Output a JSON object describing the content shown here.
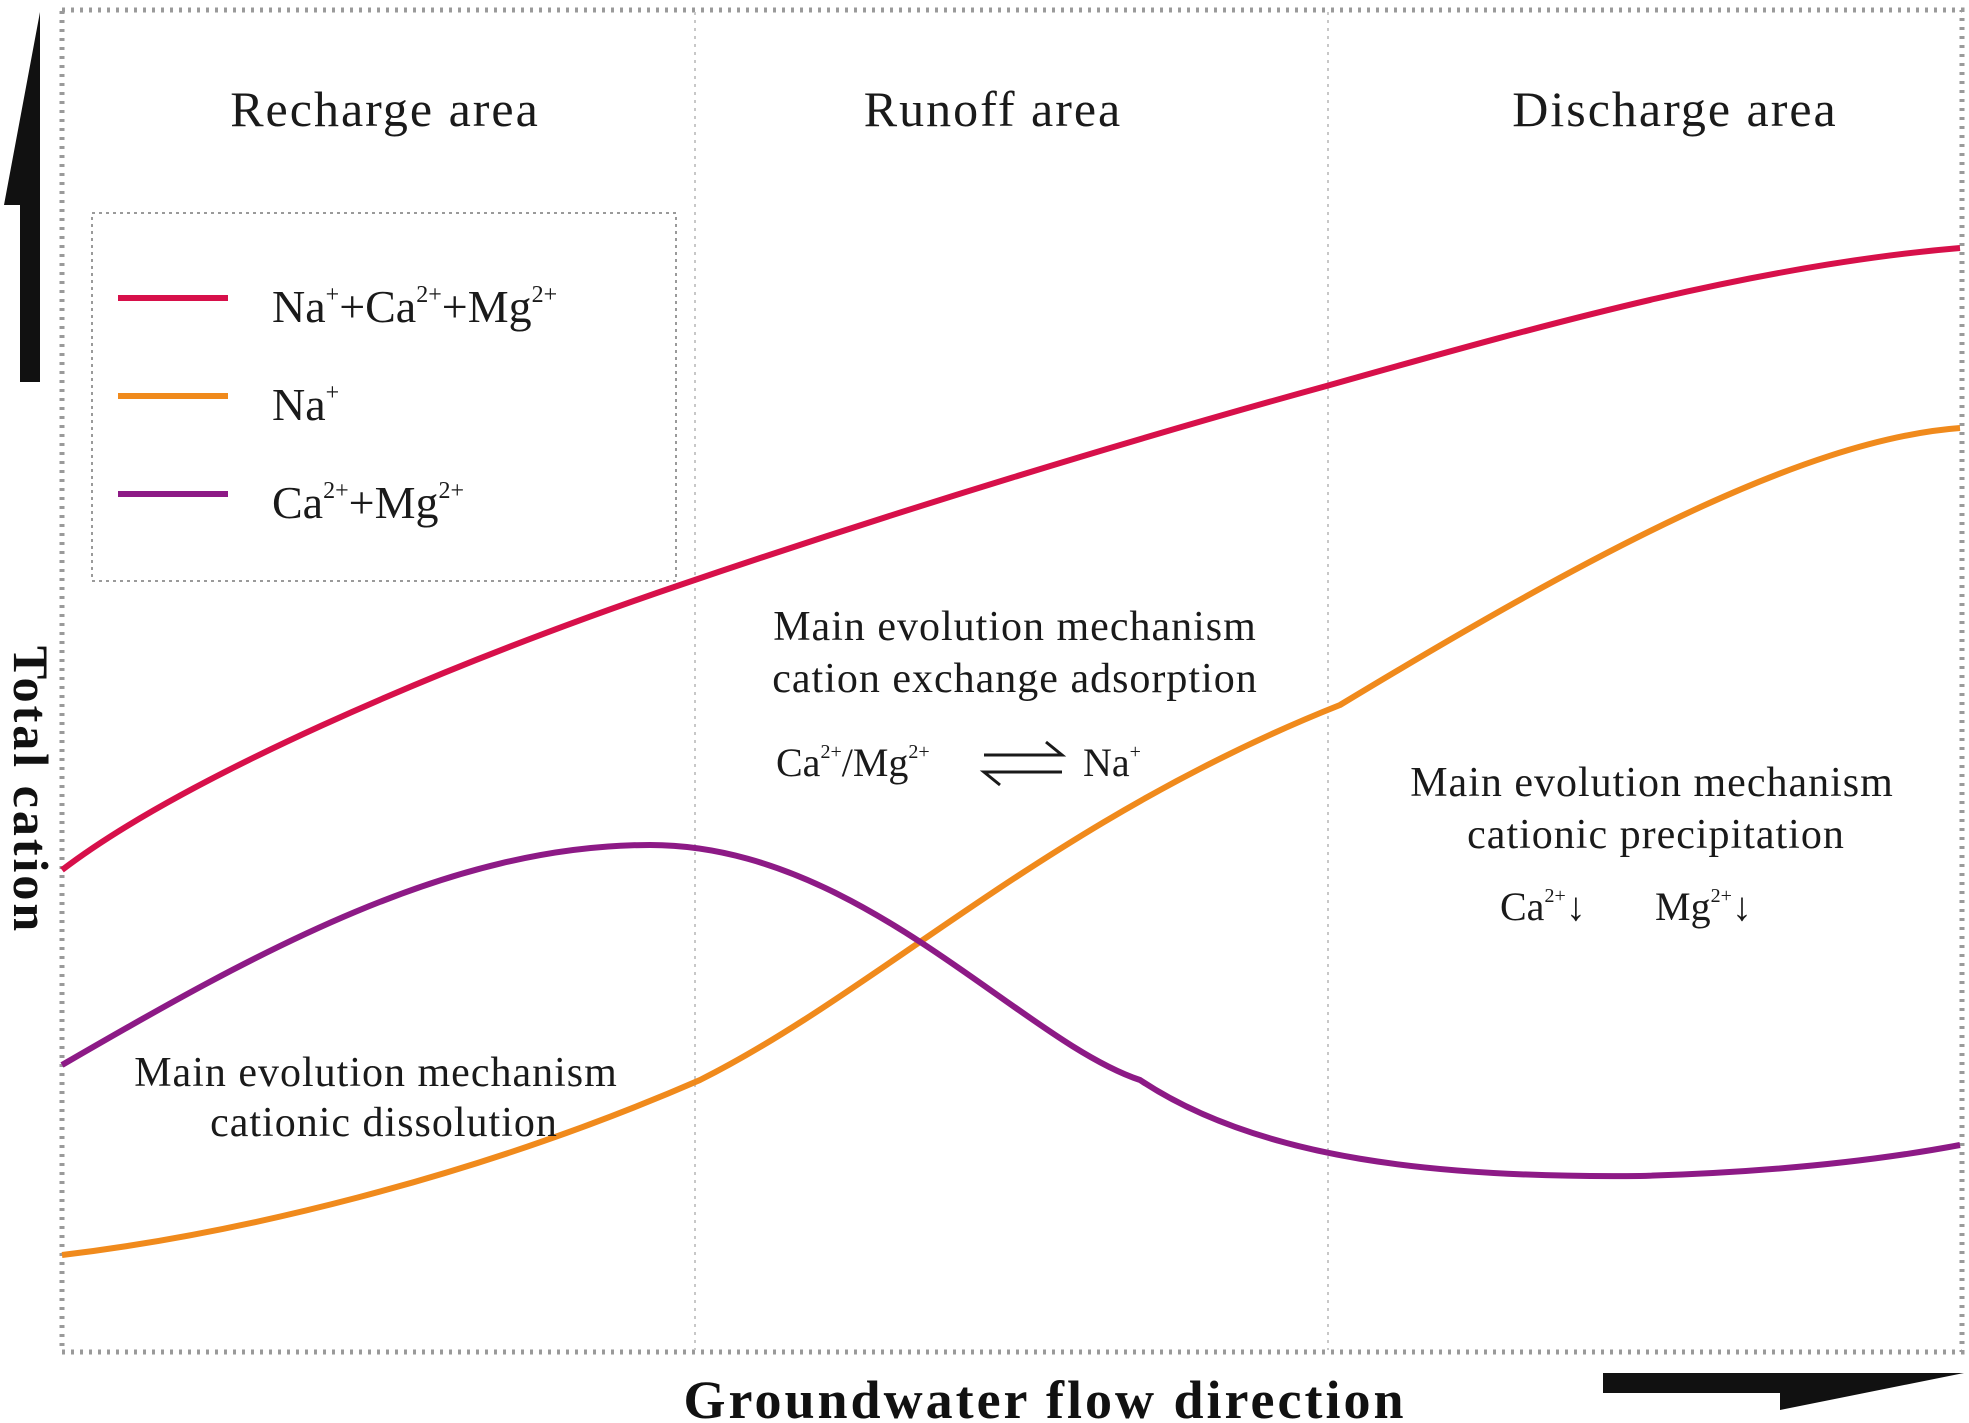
{
  "zones": [
    {
      "label": "Recharge area"
    },
    {
      "label": "Runoff area"
    },
    {
      "label": "Discharge area"
    }
  ],
  "axes": {
    "y_label": "Total cation",
    "x_label": "Groundwater flow direction"
  },
  "legend": {
    "items": [
      {
        "id": "total",
        "parts": [
          "Na",
          "+",
          "+Ca",
          "2+",
          "+Mg",
          "2+"
        ],
        "color": "#d7104a"
      },
      {
        "id": "na",
        "parts": [
          "Na",
          "+"
        ],
        "color": "#f08a1c"
      },
      {
        "id": "camg",
        "parts": [
          "Ca",
          "2+",
          "+Mg",
          "2+"
        ],
        "color": "#8d1a86"
      }
    ]
  },
  "annotations": {
    "recharge": {
      "line1": "Main evolution mechanism",
      "line2": "cationic dissolution"
    },
    "runoff": {
      "line1": "Main evolution mechanism",
      "line2": "cation exchange adsorption",
      "eq_left": [
        "Ca",
        "2+",
        "/Mg",
        "2+"
      ],
      "eq_right": [
        "Na",
        "+"
      ]
    },
    "discharge": {
      "line1": "Main evolution mechanism",
      "line2": "cationic precipitation",
      "ion1": [
        "Ca",
        "2+",
        "↓"
      ],
      "ion2": [
        "Mg",
        "2+",
        "↓"
      ]
    }
  },
  "colors": {
    "total": "#d7104a",
    "na": "#f08a1c",
    "camg": "#8d1a86",
    "frame": "#9a9a9a",
    "divider": "#c0c0c0",
    "arrow": "#111111"
  }
}
